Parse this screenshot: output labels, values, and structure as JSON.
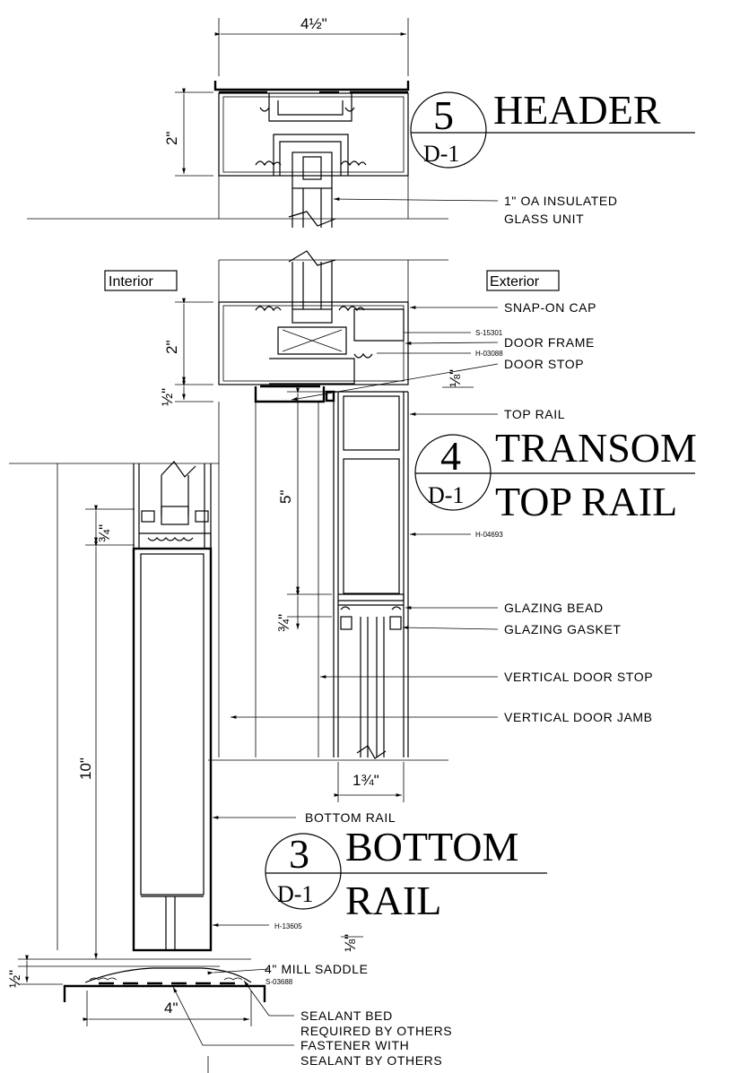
{
  "details": {
    "header": {
      "number": "5",
      "sheet": "D-1",
      "title": "HEADER"
    },
    "transom": {
      "number": "4",
      "sheet": "D-1",
      "title_line1": "TRANSOM",
      "title_line2": "TOP RAIL"
    },
    "bottom": {
      "number": "3",
      "sheet": "D-1",
      "title_line1": "BOTTOM",
      "title_line2": "RAIL"
    }
  },
  "tags": {
    "interior": "Interior",
    "exterior": "Exterior"
  },
  "dimensions": {
    "header_width": "4½\"",
    "header_height": "2\"",
    "transom_height": "2\"",
    "transom_gap": "½\"",
    "top_rail_height": "5\"",
    "bead_left": "¾\"",
    "bead_right": "¾\"",
    "rail_gap_top": "⅛\"",
    "rail_gap_bottom": "⅛\"",
    "stile_width": "1¾\"",
    "bottom_rail_height": "10\"",
    "saddle_height": "½\"",
    "saddle_width": "4\""
  },
  "labels": {
    "glass_line1": "1\" OA INSULATED",
    "glass_line2": "GLASS UNIT",
    "snap_cap": "SNAP-ON CAP",
    "door_frame": "DOOR FRAME",
    "door_stop": "DOOR STOP",
    "top_rail": "TOP RAIL",
    "glazing_bead": "GLAZING BEAD",
    "glazing_gasket": "GLAZING GASKET",
    "vertical_door_stop": "VERTICAL DOOR STOP",
    "vertical_door_jamb": "VERTICAL DOOR JAMB",
    "bottom_rail": "BOTTOM RAIL",
    "mill_saddle": "4\" MILL SADDLE",
    "sealant_line1": "SEALANT BED",
    "sealant_line2": "REQUIRED BY OTHERS",
    "fastener_line1": "FASTENER WITH",
    "fastener_line2": "SEALANT BY OTHERS"
  },
  "part_numbers": {
    "s15301": "S-15301",
    "h03088": "H-03088",
    "h04693": "H-04693",
    "h13605": "H-13605",
    "s03688": "S-03688"
  }
}
